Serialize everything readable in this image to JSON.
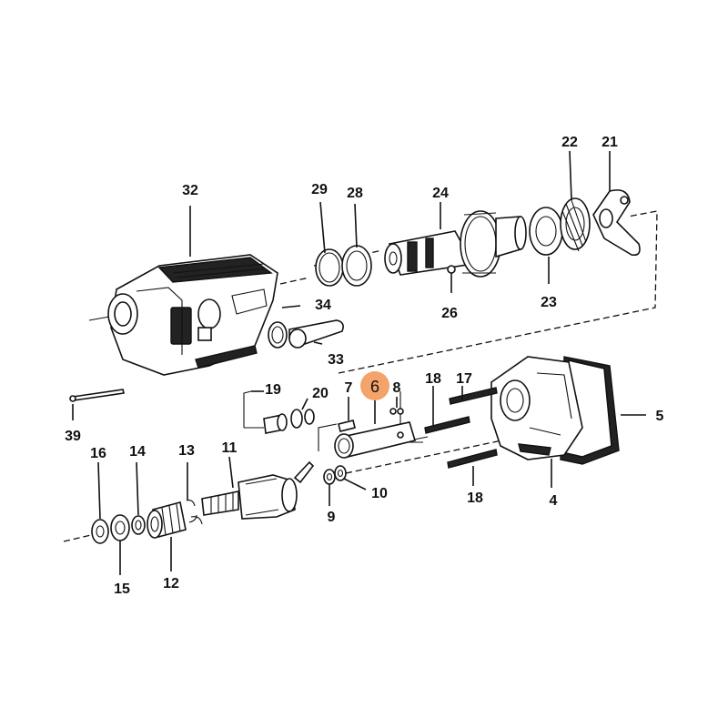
{
  "diagram": {
    "highlight_color": "#f4a46a",
    "highlighted_part": "6",
    "callouts": [
      {
        "id": "32",
        "label": "32"
      },
      {
        "id": "29",
        "label": "29"
      },
      {
        "id": "28",
        "label": "28"
      },
      {
        "id": "24",
        "label": "24"
      },
      {
        "id": "22",
        "label": "22"
      },
      {
        "id": "21",
        "label": "21"
      },
      {
        "id": "26",
        "label": "26"
      },
      {
        "id": "23",
        "label": "23"
      },
      {
        "id": "34",
        "label": "34"
      },
      {
        "id": "33",
        "label": "33"
      },
      {
        "id": "6",
        "label": "6"
      },
      {
        "id": "19",
        "label": "19"
      },
      {
        "id": "20",
        "label": "20"
      },
      {
        "id": "7",
        "label": "7"
      },
      {
        "id": "8",
        "label": "8"
      },
      {
        "id": "18a",
        "label": "18"
      },
      {
        "id": "17",
        "label": "17"
      },
      {
        "id": "5",
        "label": "5"
      },
      {
        "id": "39",
        "label": "39"
      },
      {
        "id": "16",
        "label": "16"
      },
      {
        "id": "14",
        "label": "14"
      },
      {
        "id": "13",
        "label": "13"
      },
      {
        "id": "11",
        "label": "11"
      },
      {
        "id": "10",
        "label": "10"
      },
      {
        "id": "18b",
        "label": "18"
      },
      {
        "id": "4",
        "label": "4"
      },
      {
        "id": "9",
        "label": "9"
      },
      {
        "id": "15",
        "label": "15"
      },
      {
        "id": "12",
        "label": "12"
      }
    ]
  }
}
